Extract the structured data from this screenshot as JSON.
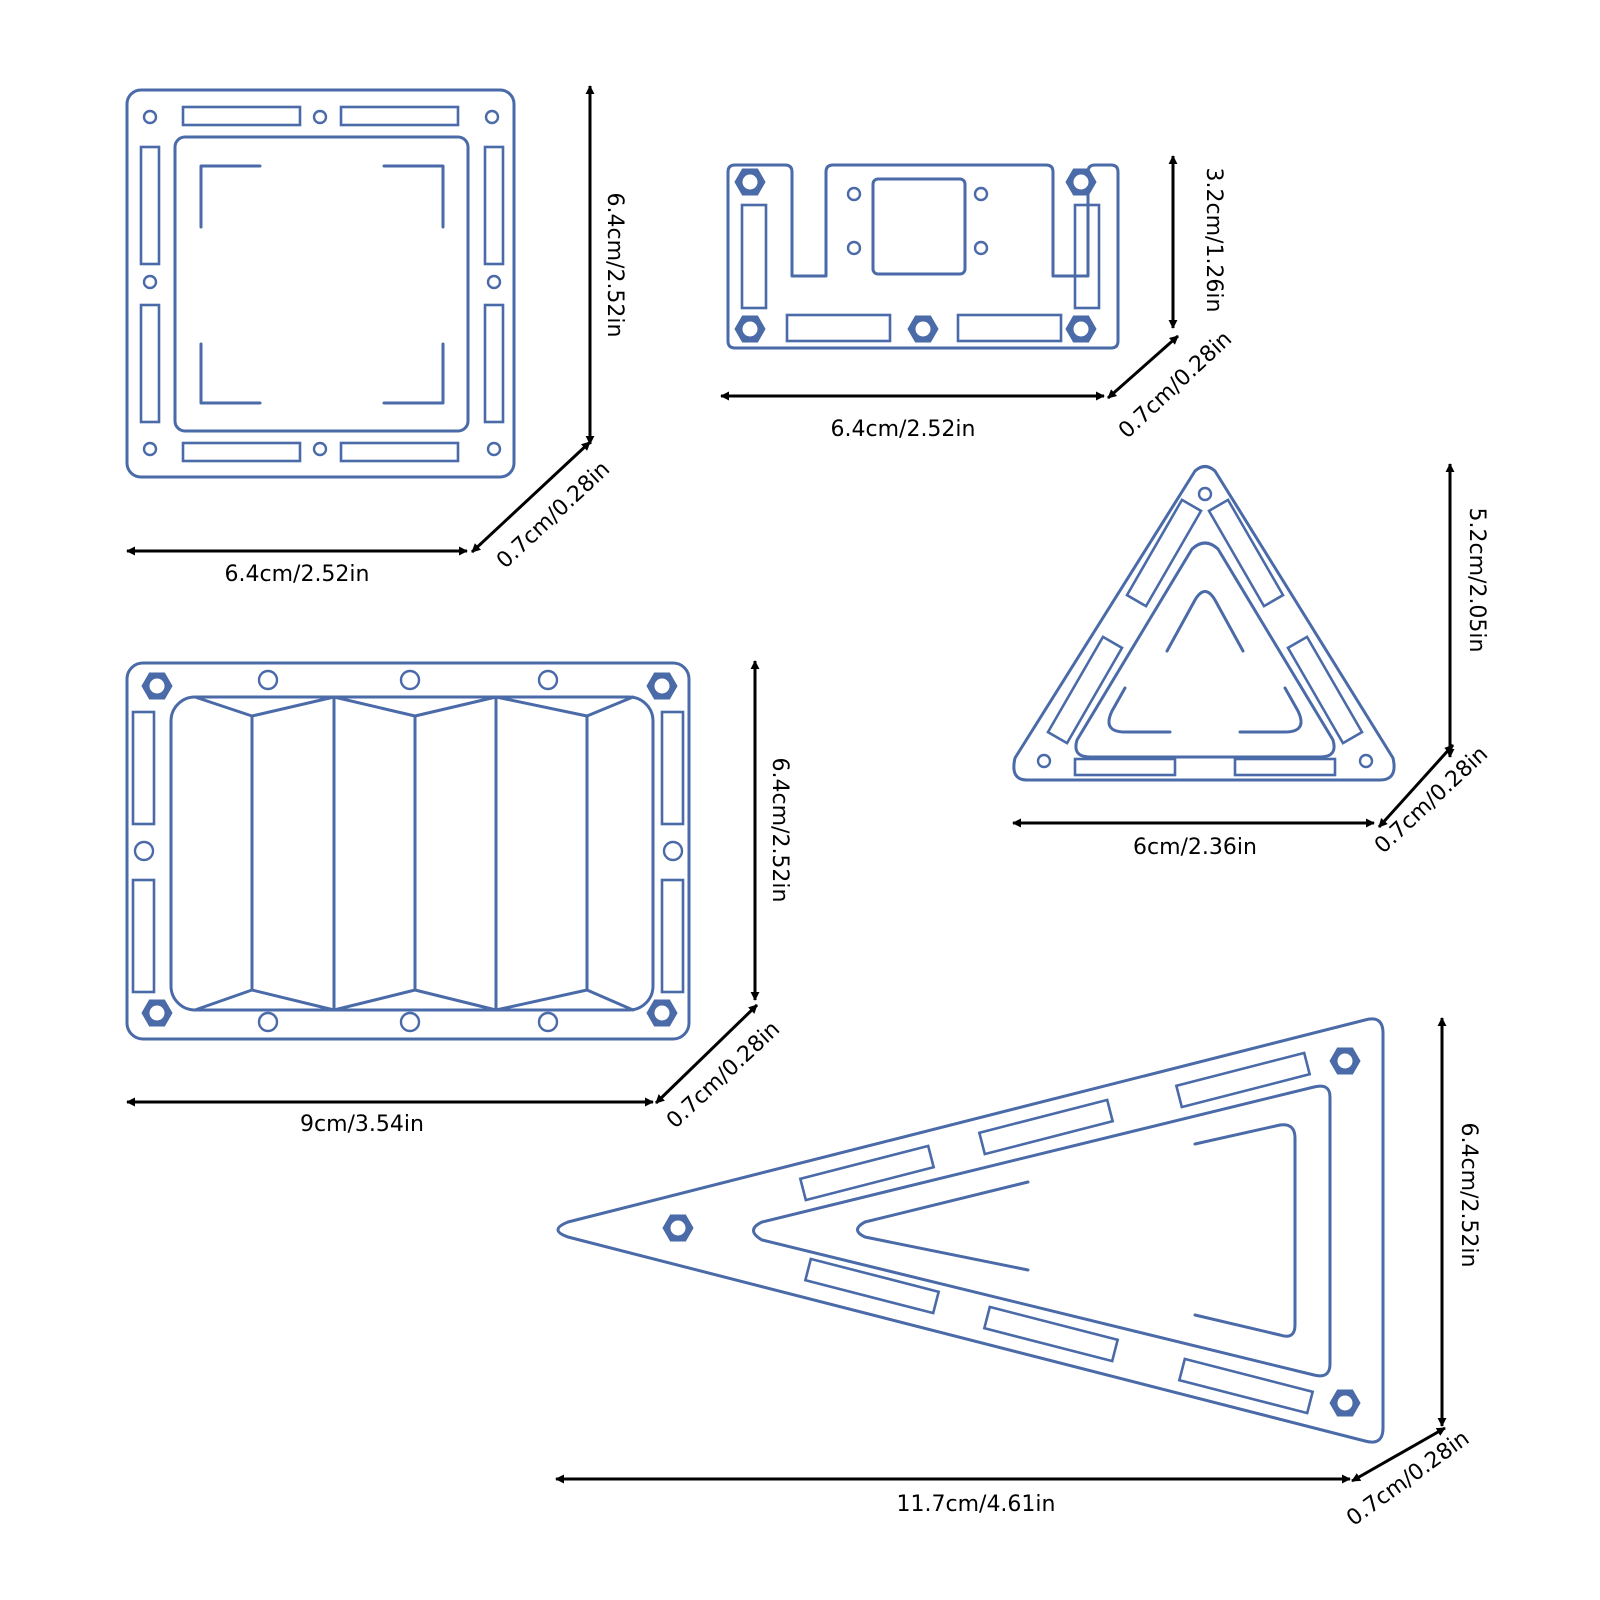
{
  "colors": {
    "outline": "#4a6aa8",
    "dimension": "#000000",
    "background": "#ffffff"
  },
  "dimensions": {
    "square_width": "6.4cm/2.52in",
    "square_height": "6.4cm/2.52in",
    "square_thickness": "0.7cm/0.28in",
    "bracket_width": "6.4cm/2.52in",
    "bracket_height": "3.2cm/1.26in",
    "bracket_thickness": "0.7cm/0.28in",
    "equilateral_width": "6cm/2.36in",
    "equilateral_height": "5.2cm/2.05in",
    "equilateral_thickness": "0.7cm/0.28in",
    "rectangle_width": "9cm/3.54in",
    "rectangle_height": "6.4cm/2.52in",
    "rectangle_thickness": "0.7cm/0.28in",
    "long_triangle_width": "11.7cm/4.61in",
    "long_triangle_height": "6.4cm/2.52in",
    "long_triangle_thickness": "0.7cm/0.28in"
  }
}
